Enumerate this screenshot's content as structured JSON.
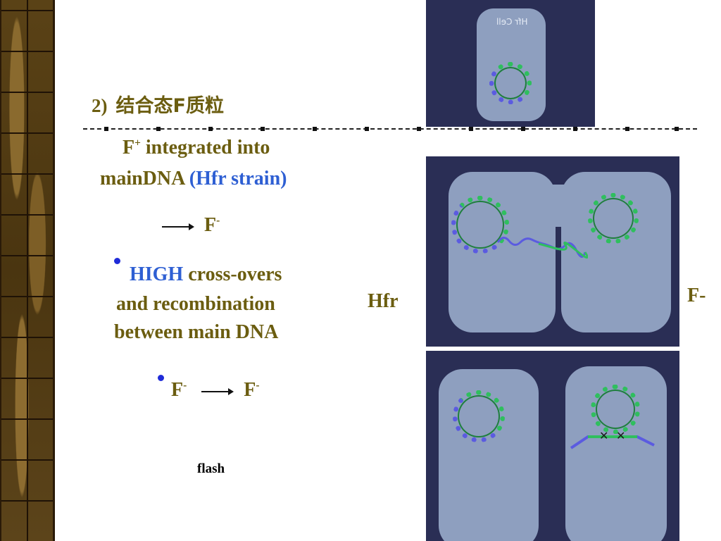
{
  "slide": {
    "title_number": "2)",
    "title_text": "结合态F质粒",
    "line1_prefix": "F",
    "line1_sup": "+",
    "line1_suffix": " integrated into",
    "line2_prefix": "mainDNA ",
    "line2_highlight": "(Hfr strain)",
    "arrow_target": "F",
    "arrow_target_sup": "-",
    "bullet1_highlight": "HIGH",
    "bullet1_rest": " cross-overs",
    "bullet1_line2": "and recombination",
    "bullet1_line3": "between main DNA",
    "bullet2_left": "F",
    "bullet2_left_sup": "-",
    "bullet2_right": "F",
    "bullet2_right_sup": "-",
    "footer": "flash"
  },
  "figure": {
    "top_panel_caption": "Hfr Cell",
    "label_left": "Hfr",
    "label_right": "F-"
  },
  "colors": {
    "text_olive": "#6b5d10",
    "text_blue": "#2e5fd3",
    "bullet": "#1f2bd8",
    "panel_bg": "#2a2e55",
    "cell": "#8e9fbf",
    "plasmid_green": "#2fbf5e",
    "dna_blue": "#5b5be0"
  }
}
